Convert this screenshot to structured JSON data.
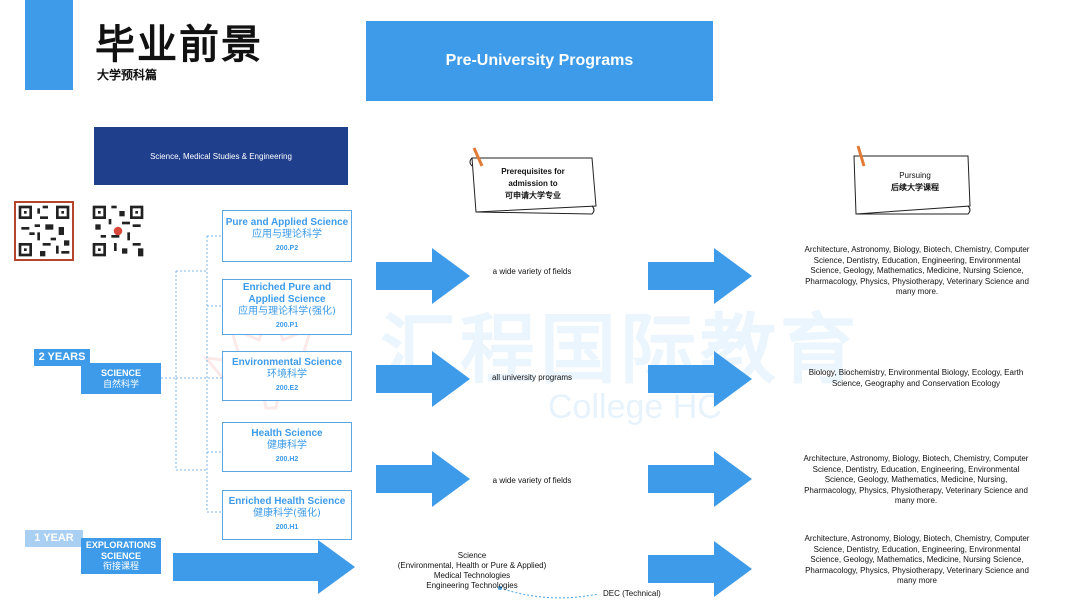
{
  "header": {
    "title": "毕业前景",
    "subtitle": "大学预科篇",
    "banner": "Pre-University Programs",
    "category": "Science, Medical Studies & Engineering"
  },
  "columns": {
    "prereq": {
      "line1": "Prerequisites for",
      "line2": "admission to",
      "line3": "可申请大学专业"
    },
    "pursuing": {
      "line1": "Pursuing",
      "line2": "后续大学课程"
    }
  },
  "programs": [
    {
      "en": "Pure and  Applied Science",
      "cn": "应用与理论科学",
      "code": "200.P2"
    },
    {
      "en": "Enriched Pure and Applied Science",
      "cn": "应用与理论科学(强化)",
      "code": "200.P1"
    },
    {
      "en": "Environmental Science",
      "cn": "环境科学",
      "code": "200.E2"
    },
    {
      "en": "Health Science",
      "cn": "健康科学",
      "code": "200.H2"
    },
    {
      "en": "Enriched  Health Science",
      "cn": "健康科学(强化)",
      "code": "200.H1"
    }
  ],
  "streams": {
    "two_years": "2 YEARS",
    "science_en": "SCIENCE",
    "science_cn": "自然科学",
    "one_year": "1 YEAR",
    "explorations_en": "EXPLORATIONS SCIENCE",
    "explorations_cn": "衔接课程"
  },
  "prereq_values": [
    "a wide variety of fields",
    "all university programs",
    "a wide variety of fields"
  ],
  "pursuing_values": [
    "Architecture, Astronomy, Biology, Biotech, Chemistry, Computer Science, Dentistry, Education, Engineering, Environmental Science, Geology, Mathematics, Medicine, Nursing Science, Pharmacology, Physics, Physiotherapy, Veterinary Science and many more.",
    "Biology, Biochemistry, Environmental Biology, Ecology, Earth Science, Geography and Conservation Ecology",
    "Architecture, Astronomy, Biology, Biotech, Chemistry, Computer Science, Dentistry, Education, Engineering, Environmental Science, Geology, Mathematics, Medicine, Nursing, Pharmacology, Physics, Physiotherapy, Veterinary Science and many more.",
    "Architecture, Astronomy, Biology, Biotech, Chemistry, Computer Science, Dentistry, Education, Engineering, Environmental Science, Geology, Mathematics, Medicine, Nursing Science, Pharmacology, Physics, Physiotherapy, Veterinary Science and many more"
  ],
  "explorations_paths": {
    "science": "Science",
    "science_detail": "(Environmental, Health or Pure & Applied)",
    "medical": "Medical Technologies",
    "engineering": "Engineering Technologies",
    "dec": "DEC  (Technical)"
  },
  "watermark": {
    "cn": "汇程国际教育",
    "en": "College HC"
  },
  "colors": {
    "accent": "#3d9be9",
    "navy": "#1f3f8c",
    "pale": "#a9cff3"
  }
}
